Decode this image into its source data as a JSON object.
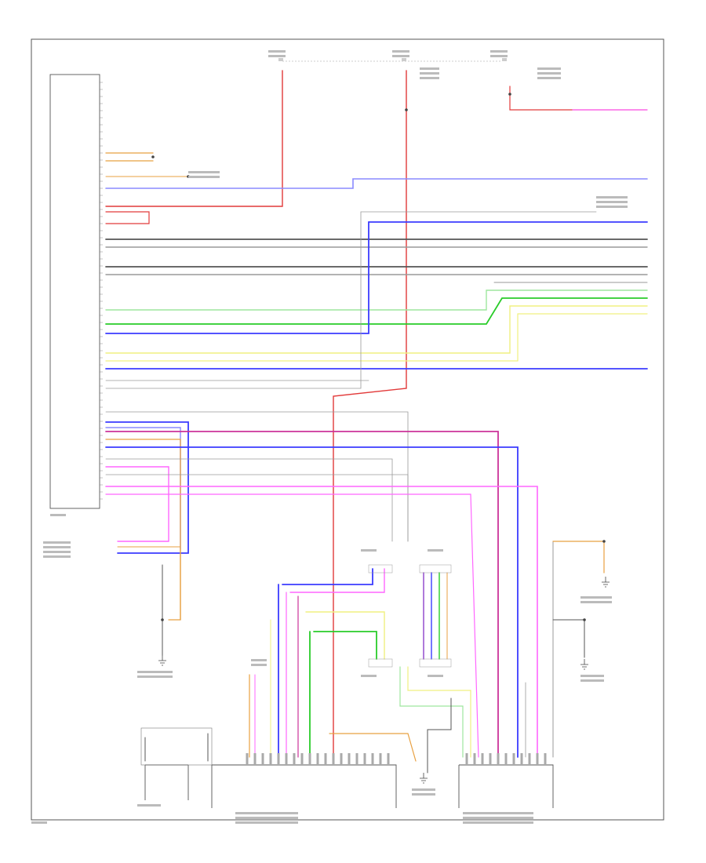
{
  "diagram": {
    "footer_code": "",
    "colors": {
      "frame": "#555555",
      "red": "#e23a3a",
      "blue": "#3b3bff",
      "blue_light": "#8a8aff",
      "gray": "#9a9a9a",
      "gray_dark": "#555555",
      "green": "#29cc29",
      "green_light": "#9ee69e",
      "yellow": "#f0f080",
      "orange": "#e8a040",
      "pink": "#ff66ff",
      "magenta": "#cc3399",
      "violet": "#9b59d0"
    },
    "icons": [
      "ground-symbol",
      "connector-pin",
      "splice-dot"
    ]
  }
}
